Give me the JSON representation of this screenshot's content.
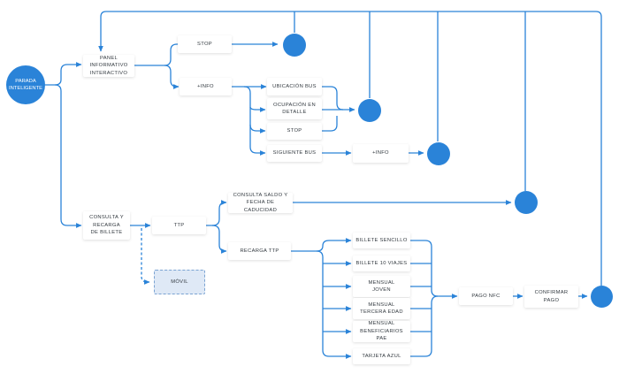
{
  "colors": {
    "accent": "#2a83d8",
    "node_bg": "#ffffff",
    "dashed_node_bg": "#dfe9f6"
  },
  "start": {
    "label": "PARADA\nINTELIGENTE"
  },
  "nodes": {
    "panel_informativo": "PANEL INFORMATIVO\nINTERACTIVO",
    "stop_1": "STOP",
    "info_1": "+INFO",
    "ubicacion_bus": "UBICACIÓN BUS",
    "ocupacion_detalle": "OCUPACIÓN EN\nDETALLE",
    "stop_2": "STOP",
    "siguiente_bus": "SIGUIENTE BUS",
    "info_2": "+INFO",
    "consulta_recarga": "CONSULTA Y\nRECARGA\nDE BILLETE",
    "ttp": "TTP",
    "movil": "MÓVIL",
    "consulta_saldo": "CONSULTA SALDO Y\nFECHA DE CADUCIDAD",
    "recarga_ttp": "RECARGA TTP",
    "billete_sencillo": "BILLETE SENCILLO",
    "billete_10_viajes": "BILLETE 10 VIAJES",
    "mensual_joven": "MENSUAL\nJOVEN",
    "mensual_tercera_edad": "MENSUAL\nTERCERA EDAD",
    "mensual_beneficiarios": "MENSUAL\nBENEFICIARIOS PAE",
    "tarjeta_azul": "TARJETA AZUL",
    "pago_nfc": "PAGO NFC",
    "confirmar_pago": "CONFIRMAR\nPAGO"
  }
}
